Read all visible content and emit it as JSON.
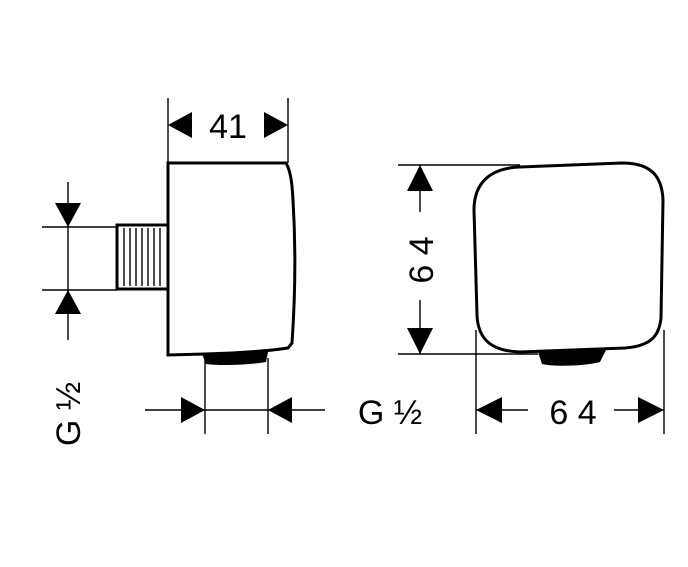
{
  "drawing": {
    "side_width_label": "41",
    "front_height_label": "6 4",
    "front_width_label": "6 4",
    "outlet_thread_label": "G ½",
    "inlet_thread_label": "G ½"
  },
  "colors": {
    "line": "#000000",
    "background": "#ffffff"
  }
}
